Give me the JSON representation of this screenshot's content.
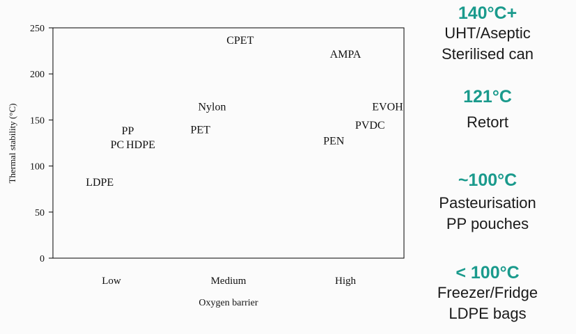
{
  "chart_data": {
    "type": "scatter",
    "xlabel": "Oxygen barrier",
    "ylabel": "Thermal stability (°C)",
    "ylim": [
      0,
      250
    ],
    "yticks": [
      0,
      50,
      100,
      150,
      200,
      250
    ],
    "x_categories": [
      "Low",
      "Medium",
      "High"
    ],
    "xlim": [
      0,
      3
    ],
    "grid": false,
    "points": [
      {
        "label": "LDPE",
        "x": 0.4,
        "y": 83
      },
      {
        "label": "PC",
        "x": 0.55,
        "y": 124
      },
      {
        "label": "HDPE",
        "x": 0.75,
        "y": 124
      },
      {
        "label": "PP",
        "x": 0.64,
        "y": 139
      },
      {
        "label": "PET",
        "x": 1.26,
        "y": 140
      },
      {
        "label": "Nylon",
        "x": 1.36,
        "y": 165
      },
      {
        "label": "CPET",
        "x": 1.6,
        "y": 237
      },
      {
        "label": "AMPA",
        "x": 2.5,
        "y": 222
      },
      {
        "label": "PEN",
        "x": 2.4,
        "y": 128
      },
      {
        "label": "PVDC",
        "x": 2.71,
        "y": 145
      },
      {
        "label": "EVOH",
        "x": 2.86,
        "y": 165
      }
    ]
  },
  "side_labels": [
    {
      "temp": "140°C+",
      "lines": [
        "UHT/Aseptic",
        "Sterilised can"
      ]
    },
    {
      "temp": "121°C",
      "lines": [
        "Retort"
      ]
    },
    {
      "temp": "~100°C",
      "lines": [
        "Pasteurisation",
        "PP pouches"
      ]
    },
    {
      "temp": "< 100°C",
      "lines": [
        "Freezer/Fridge",
        "LDPE bags"
      ]
    }
  ],
  "colors": {
    "accent": "#1a9a8c",
    "text": "#1a1a1a"
  }
}
